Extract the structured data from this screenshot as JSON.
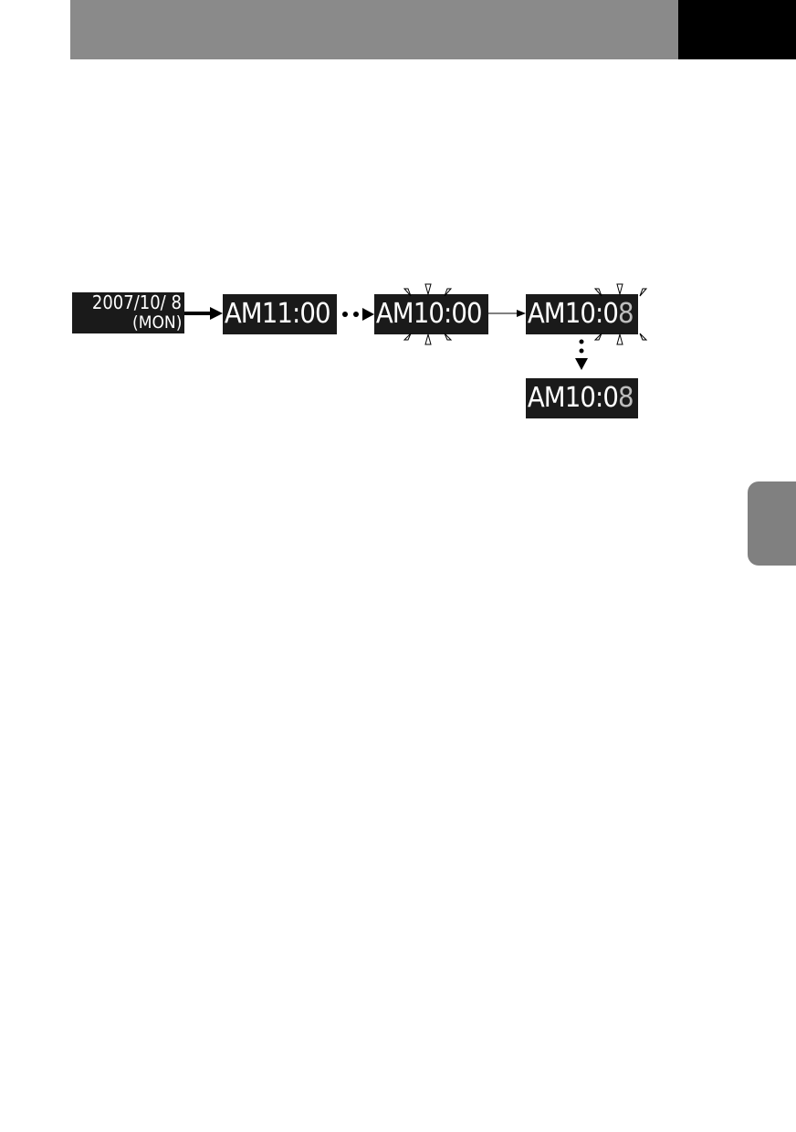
{
  "colors": {
    "header_bar": "#8a8a8a",
    "header_tab": "#000000",
    "side_tab": "#808080",
    "lcd_background": "#1a1a1a",
    "lcd_text": "#ffffff",
    "blinking_digit": "#bdbdbd"
  },
  "diagram": {
    "date_display": {
      "line1": "2007/10/ 8",
      "line2": "(MON)"
    },
    "time_step1": {
      "ampm": "AM",
      "hour": "11",
      "minute": ":00"
    },
    "time_step2": {
      "ampm": "AM",
      "hour": "10",
      "minute": ":00"
    },
    "time_step3": {
      "ampm": "AM",
      "hour": "10",
      "minute_fixed": ":0",
      "minute_blink": "8"
    },
    "time_result": {
      "ampm": "AM",
      "hour": "10",
      "minute_fixed": ":0",
      "minute_blink": "8"
    }
  }
}
